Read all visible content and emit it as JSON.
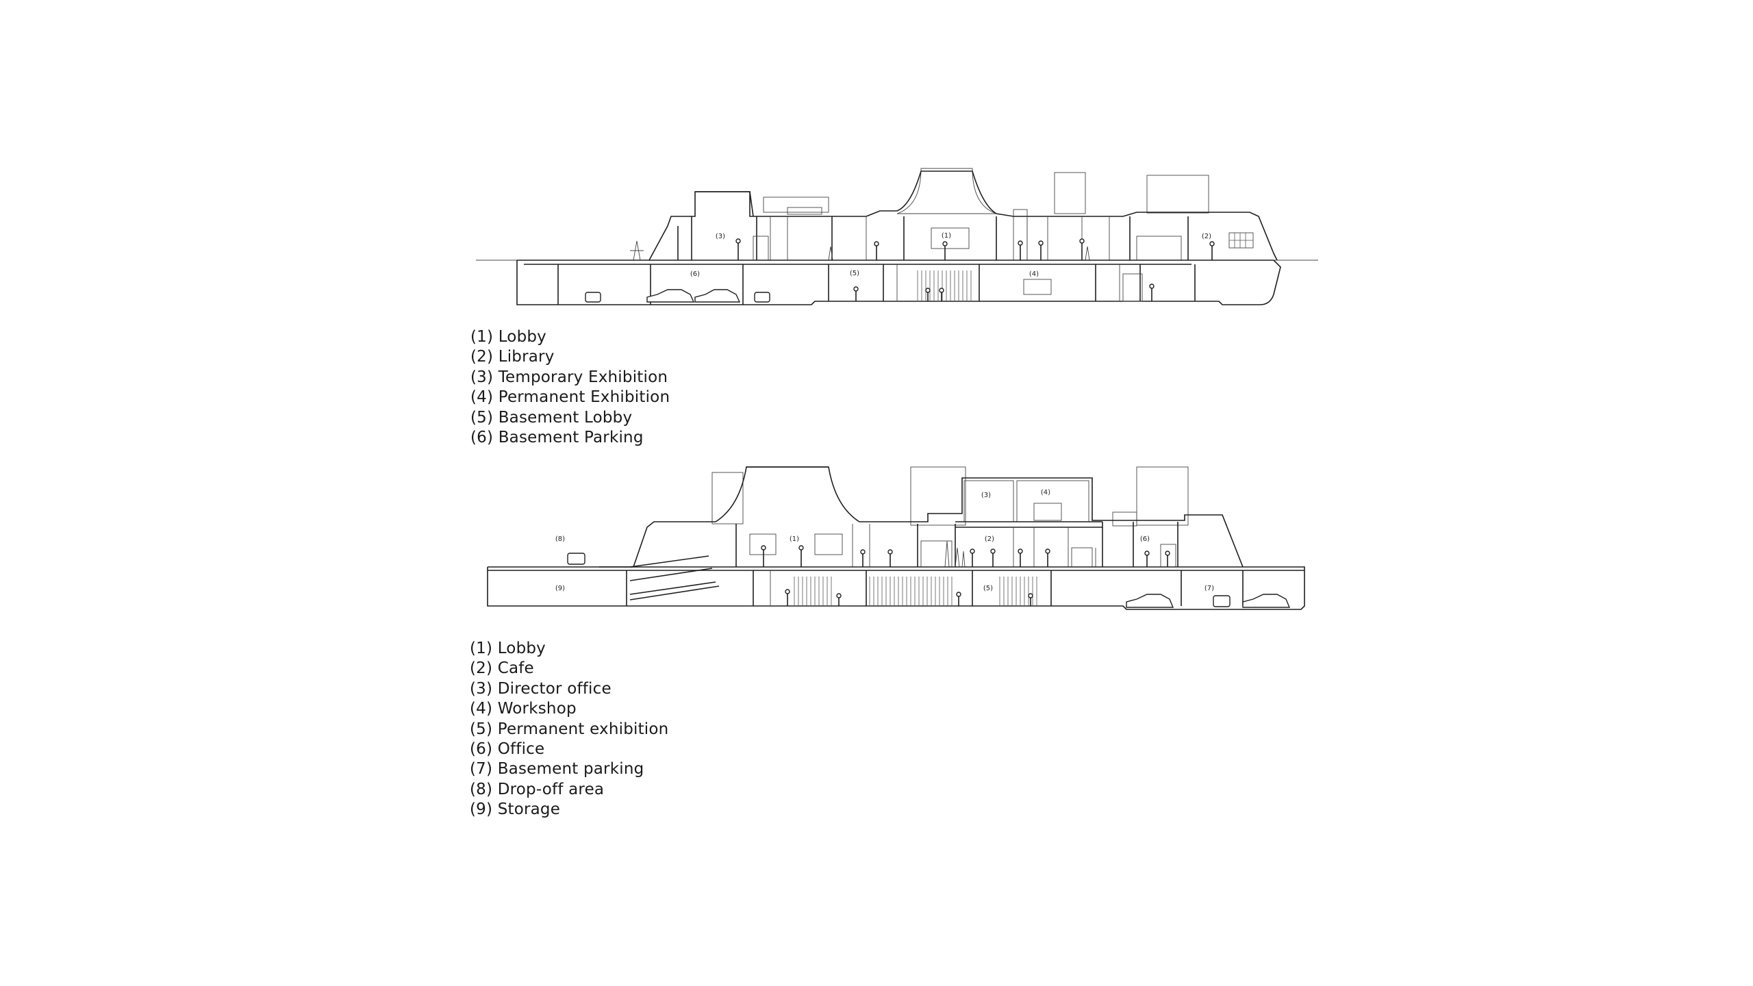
{
  "section_1": {
    "room_labels": {
      "r1": "(1)",
      "r2": "(2)",
      "r3": "(3)",
      "r4": "(4)",
      "r5": "(5)",
      "r6": "(6)"
    },
    "legend": [
      "(1) Lobby",
      "(2) Library",
      "(3) Temporary Exhibition",
      "(4) Permanent Exhibition",
      "(5) Basement Lobby",
      "(6) Basement Parking"
    ]
  },
  "section_2": {
    "room_labels": {
      "r1": "(1)",
      "r2": "(2)",
      "r3": "(3)",
      "r4": "(4)",
      "r5": "(5)",
      "r6": "(6)",
      "r7": "(7)",
      "r8": "(8)",
      "r9": "(9)"
    },
    "legend": [
      "(1) Lobby",
      "(2) Cafe",
      "(3) Director office",
      "(4) Workshop",
      "(5) Permanent exhibition",
      "(6) Office",
      "(7) Basement parking",
      "(8) Drop-off area",
      "(9) Storage"
    ]
  }
}
